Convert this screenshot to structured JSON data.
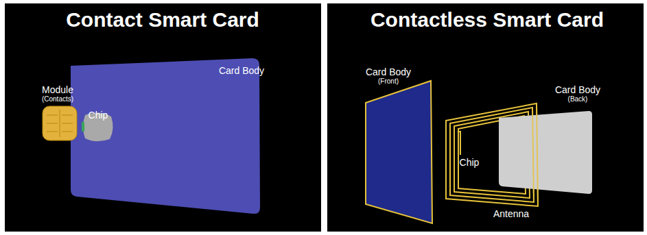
{
  "diagram": {
    "labels": [
      "Contact Smart Card",
      "Card Body",
      "Module",
      "(Contacts)",
      "Chip",
      "Contactless Smart Card",
      "Card Body",
      "(Front)",
      "Chip",
      "Card Body",
      "(Back)",
      "Antenna"
    ]
  }
}
